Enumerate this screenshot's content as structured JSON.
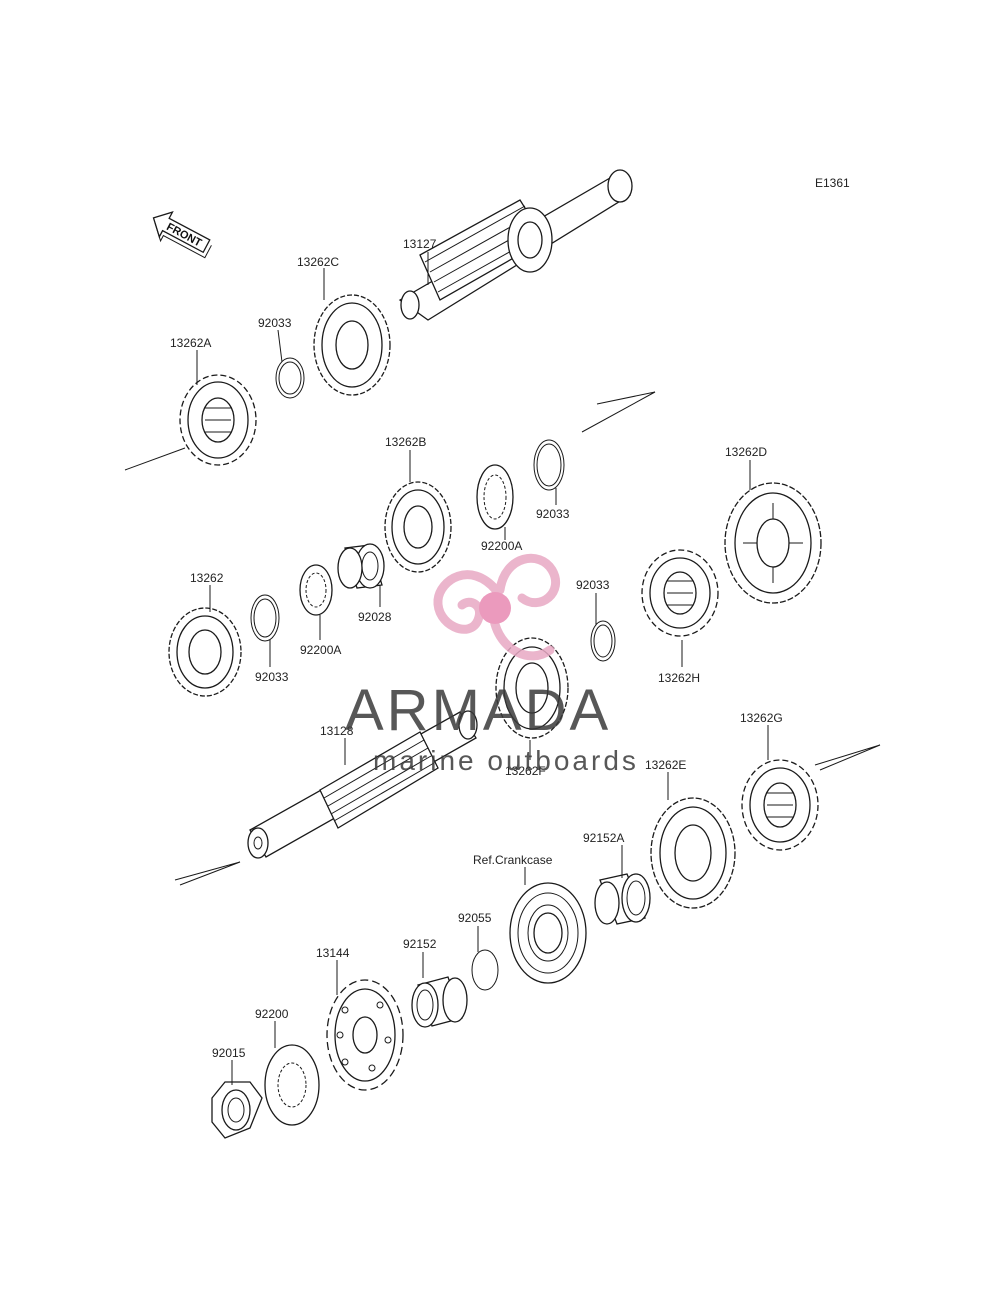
{
  "diagram_code": "E1361",
  "front_label": "FRONT",
  "watermark": {
    "brand": "ARMADA",
    "tagline": "marine outboards",
    "colors": {
      "logo_pink": "#e8a9c4",
      "logo_center": "#e889b2",
      "text": "#3a3a3a"
    }
  },
  "parts": [
    {
      "id": "13127",
      "label": "13127",
      "kind": "shaft"
    },
    {
      "id": "13262C",
      "label": "13262C",
      "kind": "gear"
    },
    {
      "id": "92033-1",
      "label": "92033",
      "kind": "circlip"
    },
    {
      "id": "13262A",
      "label": "13262A",
      "kind": "gear"
    },
    {
      "id": "13262B",
      "label": "13262B",
      "kind": "gear"
    },
    {
      "id": "92200A-1",
      "label": "92200A",
      "kind": "washer"
    },
    {
      "id": "92033-2",
      "label": "92033",
      "kind": "circlip"
    },
    {
      "id": "13262D",
      "label": "13262D",
      "kind": "gear"
    },
    {
      "id": "13262",
      "label": "13262",
      "kind": "gear"
    },
    {
      "id": "92033-3",
      "label": "92033",
      "kind": "circlip"
    },
    {
      "id": "92200A-2",
      "label": "92200A",
      "kind": "washer"
    },
    {
      "id": "92028",
      "label": "92028",
      "kind": "bushing"
    },
    {
      "id": "92033-4",
      "label": "92033",
      "kind": "circlip"
    },
    {
      "id": "13262H",
      "label": "13262H",
      "kind": "gear"
    },
    {
      "id": "13262F",
      "label": "13262F",
      "kind": "gear"
    },
    {
      "id": "13128",
      "label": "13128",
      "kind": "shaft"
    },
    {
      "id": "13262E",
      "label": "13262E",
      "kind": "gear"
    },
    {
      "id": "13262G",
      "label": "13262G",
      "kind": "gear"
    },
    {
      "id": "92152A",
      "label": "92152A",
      "kind": "bushing"
    },
    {
      "id": "ref-crankcase",
      "label": "Ref.Crankcase",
      "kind": "bearing"
    },
    {
      "id": "92055",
      "label": "92055",
      "kind": "o-ring"
    },
    {
      "id": "92152",
      "label": "92152",
      "kind": "bushing"
    },
    {
      "id": "13144",
      "label": "13144",
      "kind": "sprocket"
    },
    {
      "id": "92200",
      "label": "92200",
      "kind": "washer"
    },
    {
      "id": "92015",
      "label": "92015",
      "kind": "nut"
    }
  ]
}
